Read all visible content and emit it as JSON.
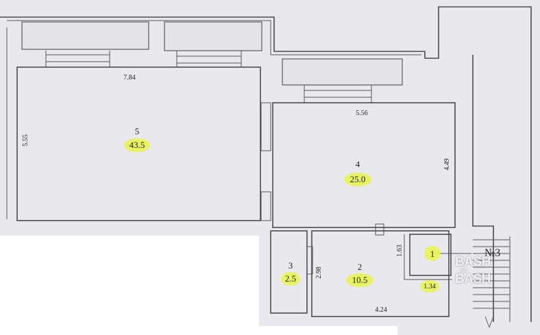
{
  "plan": {
    "apartment_number": "№3",
    "rooms": [
      {
        "number": "5",
        "area": "43.5"
      },
      {
        "number": "4",
        "area": "25.0"
      },
      {
        "number": "3",
        "area": "2.5"
      },
      {
        "number": "2",
        "area": "10.5"
      },
      {
        "number": "1",
        "area": ""
      }
    ],
    "dimensions": {
      "room5_width": "7.84",
      "room5_height": "5.55",
      "room4_width": "5.56",
      "room4_height": "4.49",
      "room2_width": "4.24",
      "room2_height": "1.63",
      "room3_height": "2.98",
      "room1_width": "1.34"
    },
    "highlight_color": "#e8f54a"
  },
  "watermark": {
    "line1": "BASH",
    "line2": "NA",
    "line3": "BASH"
  }
}
